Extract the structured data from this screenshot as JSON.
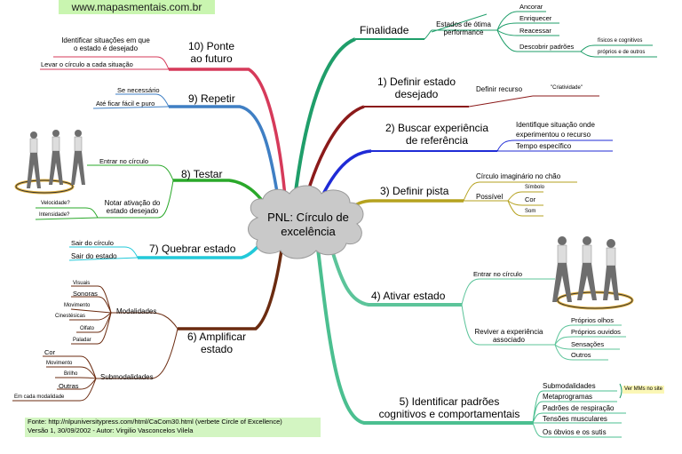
{
  "header": {
    "url": "www.mapasmentais.com.br"
  },
  "center": {
    "line1": "PNL: Círculo de",
    "line2": "excelência"
  },
  "branches": {
    "finalidade": {
      "title": "Finalidade",
      "sub": {
        "line1": "Estados de ótima",
        "line2": "performance"
      },
      "items": [
        "Ancorar",
        "Enriquecer",
        "Reacessar",
        "Descobrir padrões"
      ],
      "padroes": [
        "físicos e cognitivos",
        "próprios e de outros"
      ]
    },
    "b1": {
      "title1": "1) Definir estado",
      "title2": "desejado",
      "sub": "Definir recurso",
      "leaf": "\"Criatividade\""
    },
    "b2": {
      "title1": "2) Buscar experiência",
      "title2": "de referência",
      "items": [
        "Identifique situação onde",
        "experimentou o recurso",
        "Tempo específico"
      ]
    },
    "b3": {
      "title": "3) Definir pista",
      "circulo": "Círculo imaginário no chão",
      "possivel": "Possível",
      "items": [
        "Símbolo",
        "Cor",
        "Som"
      ]
    },
    "b4": {
      "title": "4) Ativar estado",
      "entrar": "Entrar no círculo",
      "reviver1": "Reviver a experiência",
      "reviver2": "associado",
      "items": [
        "Próprios olhos",
        "Próprios ouvidos",
        "Sensações",
        "Outros"
      ]
    },
    "b5": {
      "title1": "5) Identificar padrões",
      "title2": "cognitivos e comportamentais",
      "items": [
        "Submodalidades",
        "Metaprogramas",
        "Padrões de respiração",
        "Tensões musculares",
        "Os óbvios e os sutis"
      ],
      "note": "Ver MMs no site"
    },
    "b6": {
      "title1": "6) Amplificar",
      "title2": "estado",
      "modalidades": "Modalidades",
      "mod_items": [
        "Visuais",
        "Sonoras",
        "Movimento",
        "Cinestésicas",
        "Olfato",
        "Paladar"
      ],
      "submodalidades": "Submodalidades",
      "sub_items": [
        "Cor",
        "Movimento",
        "Brilho",
        "Outras",
        "Em cada modalidade"
      ]
    },
    "b7": {
      "title": "7) Quebrar estado",
      "items": [
        "Sair do círculo",
        "Sair do estado"
      ]
    },
    "b8": {
      "title": "8) Testar",
      "entrar": "Entrar no círculo",
      "notar1": "Notar ativação do",
      "notar2": "estado desejado",
      "items": [
        "Velocidade?",
        "Intensidade?"
      ]
    },
    "b9": {
      "title": "9) Repetir",
      "items": [
        "Se necessário",
        "Até ficar fácil e puro"
      ]
    },
    "b10": {
      "title1": "10) Ponte",
      "title2": "ao futuro",
      "items": [
        "Identificar situações em que",
        "o estado é desejado",
        "Levar o círculo a cada situação"
      ]
    }
  },
  "footer": {
    "line1": "Fonte: http://nlpuniversitypress.com/html/CaCom30.html (verbete Circle of Excellence)",
    "line2": "Versão 1, 30/09/2002 - Autor: Virgilio Vasconcelos Vilela"
  },
  "colors": {
    "teal": "#1f9e6a",
    "maroon": "#8b1a1a",
    "blue": "#1f2bd6",
    "olive": "#b5a21f",
    "seafoam": "#5cc49a",
    "brown": "#6b2b10",
    "cyan": "#22c9d9",
    "green": "#2aa82a",
    "steel": "#3f7fc4",
    "crimson": "#d63a5a"
  }
}
